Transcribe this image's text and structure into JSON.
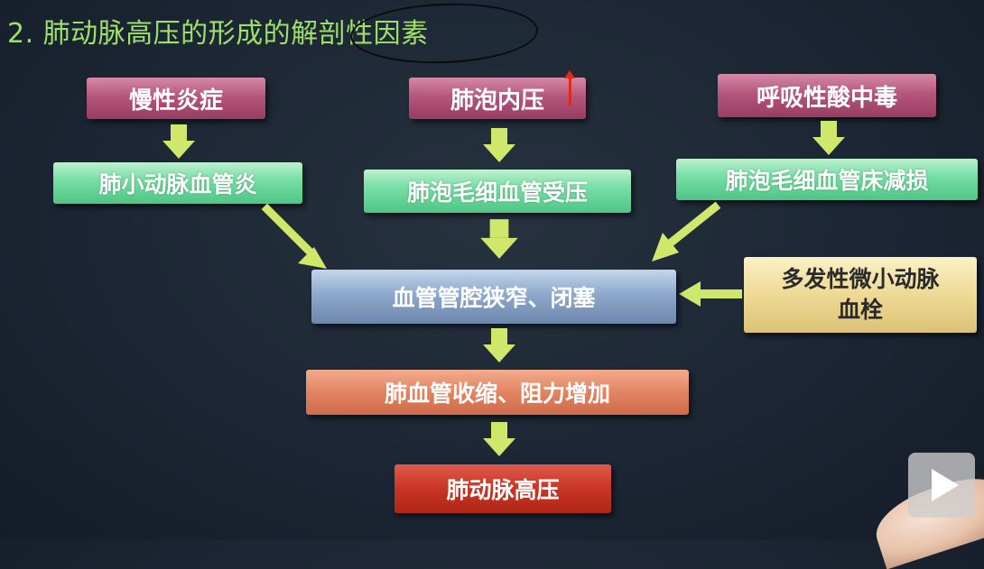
{
  "title": "2. 肺动脉高压的形成的解剖性因素",
  "colors": {
    "title": "#9ee06a",
    "arrow": "#cfe86b",
    "background": "#1b2533"
  },
  "row1": {
    "left": "慢性炎症",
    "center": "肺泡内压",
    "right": "呼吸性酸中毒"
  },
  "row2": {
    "left": "肺小动脉血管炎",
    "center": "肺泡毛细血管受压",
    "right": "肺泡毛细血管床减损"
  },
  "middle": {
    "center": "血管管腔狭窄、闭塞",
    "side_line1": "多发性微小动脉",
    "side_line2": "血栓"
  },
  "row4": "肺血管收缩、阻力增加",
  "result": "肺动脉高压",
  "icons": {
    "play": "play-icon",
    "up_mark": "up-arrow-icon"
  }
}
